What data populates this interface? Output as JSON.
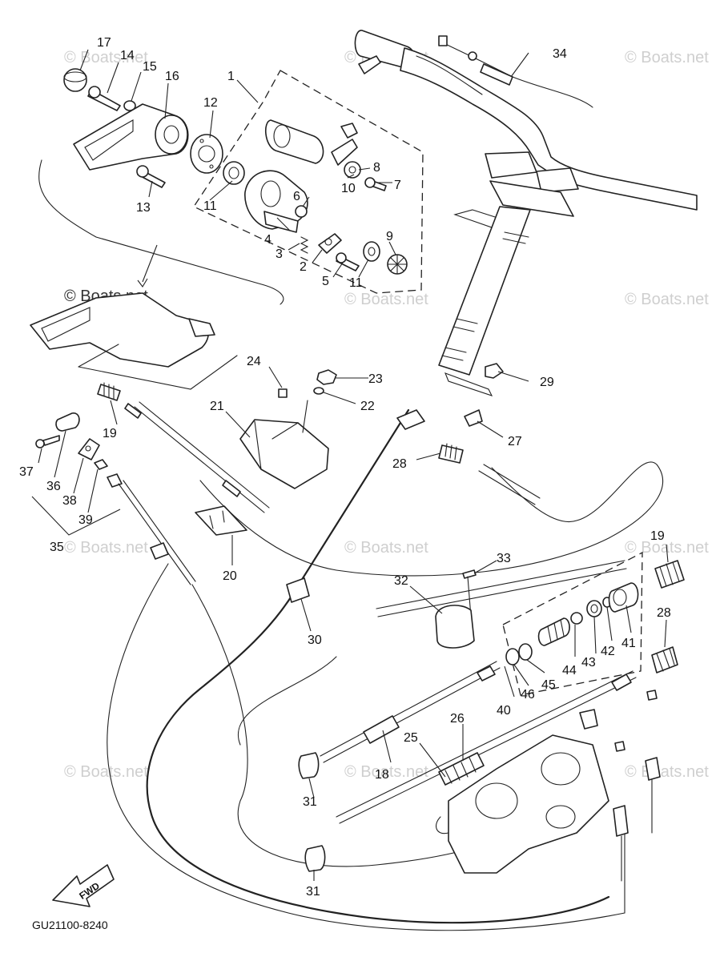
{
  "diagram": {
    "drawing_code": "GU21100-8240",
    "watermark": "© Boats.net",
    "fwd_label": "FWD",
    "callouts": [
      "1",
      "2",
      "3",
      "4",
      "5",
      "6",
      "7",
      "8",
      "9",
      "10",
      "11",
      "12",
      "13",
      "14",
      "15",
      "16",
      "17",
      "18",
      "19",
      "20",
      "21",
      "22",
      "23",
      "24",
      "25",
      "26",
      "27",
      "28",
      "29",
      "30",
      "31",
      "32",
      "33",
      "34",
      "35",
      "36",
      "37",
      "38",
      "39",
      "40",
      "41",
      "42",
      "43",
      "44",
      "45",
      "46"
    ]
  }
}
